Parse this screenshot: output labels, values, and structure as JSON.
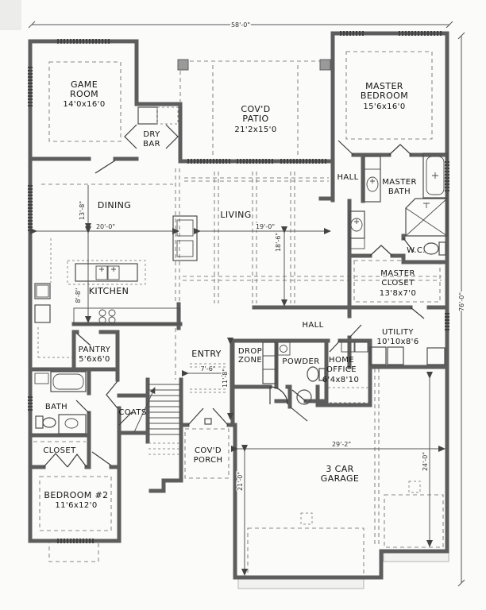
{
  "colors": {
    "wall": "#5d5d5d",
    "wall_core": "#cfcfcd",
    "window": "#3f3f3f",
    "dash": "#8a8a8a",
    "text": "#141414",
    "dim": "#333333",
    "background": "#fbfbfa"
  },
  "rooms": {
    "game_room": {
      "l1": "GAME",
      "l2": "ROOM",
      "size": "14'0x16'0"
    },
    "dry_bar": {
      "l1": "DRY",
      "l2": "BAR"
    },
    "covd_patio": {
      "l1": "COV'D",
      "l2": "PATIO",
      "size": "21'2x15'0"
    },
    "master_bedroom": {
      "l1": "MASTER",
      "l2": "BEDROOM",
      "size": "15'6x16'0"
    },
    "hall_upper": {
      "l1": "HALL"
    },
    "master_bath": {
      "l1": "MASTER",
      "l2": "BATH"
    },
    "wc": {
      "l1": "W.C."
    },
    "dining": {
      "l1": "DINING"
    },
    "living": {
      "l1": "LIVING"
    },
    "master_closet": {
      "l1": "MASTER",
      "l2": "CLOSET",
      "size": "13'8x7'0"
    },
    "kitchen": {
      "l1": "KITCHEN"
    },
    "hall_lower": {
      "l1": "HALL"
    },
    "utility": {
      "l1": "UTILITY",
      "size": "10'10x8'6"
    },
    "pantry": {
      "l1": "PANTRY",
      "size": "5'6x6'0"
    },
    "entry": {
      "l1": "ENTRY"
    },
    "drop_zone": {
      "l1": "DROP",
      "l2": "ZONE"
    },
    "powder": {
      "l1": "POWDER"
    },
    "home_office": {
      "l1": "HOME",
      "l2": "OFFICE",
      "size": "6'4x8'10"
    },
    "bath": {
      "l1": "BATH"
    },
    "coats": {
      "l1": "COATS"
    },
    "closet": {
      "l1": "CLOSET"
    },
    "covd_porch": {
      "l1": "COV'D",
      "l2": "PORCH"
    },
    "bedroom2": {
      "l1": "BEDROOM #2",
      "size": "11'6x12'0"
    },
    "garage": {
      "l1": "3 CAR",
      "l2": "GARAGE"
    }
  },
  "dims": {
    "overall_width": "58'-0\"",
    "overall_depth": "76'-0\"",
    "dining_width": "20'-0\"",
    "dining_depth": "13'-8\"",
    "kitchen_depth": "8'-8\"",
    "living_width": "19'-0\"",
    "living_depth": "18'-6\"",
    "entry_width": "7'-6\"",
    "entry_depth": "11'-8\"",
    "garage_width": "29'-2\"",
    "garage_depth_left": "21'-0\"",
    "garage_depth_right": "24'-0\""
  }
}
